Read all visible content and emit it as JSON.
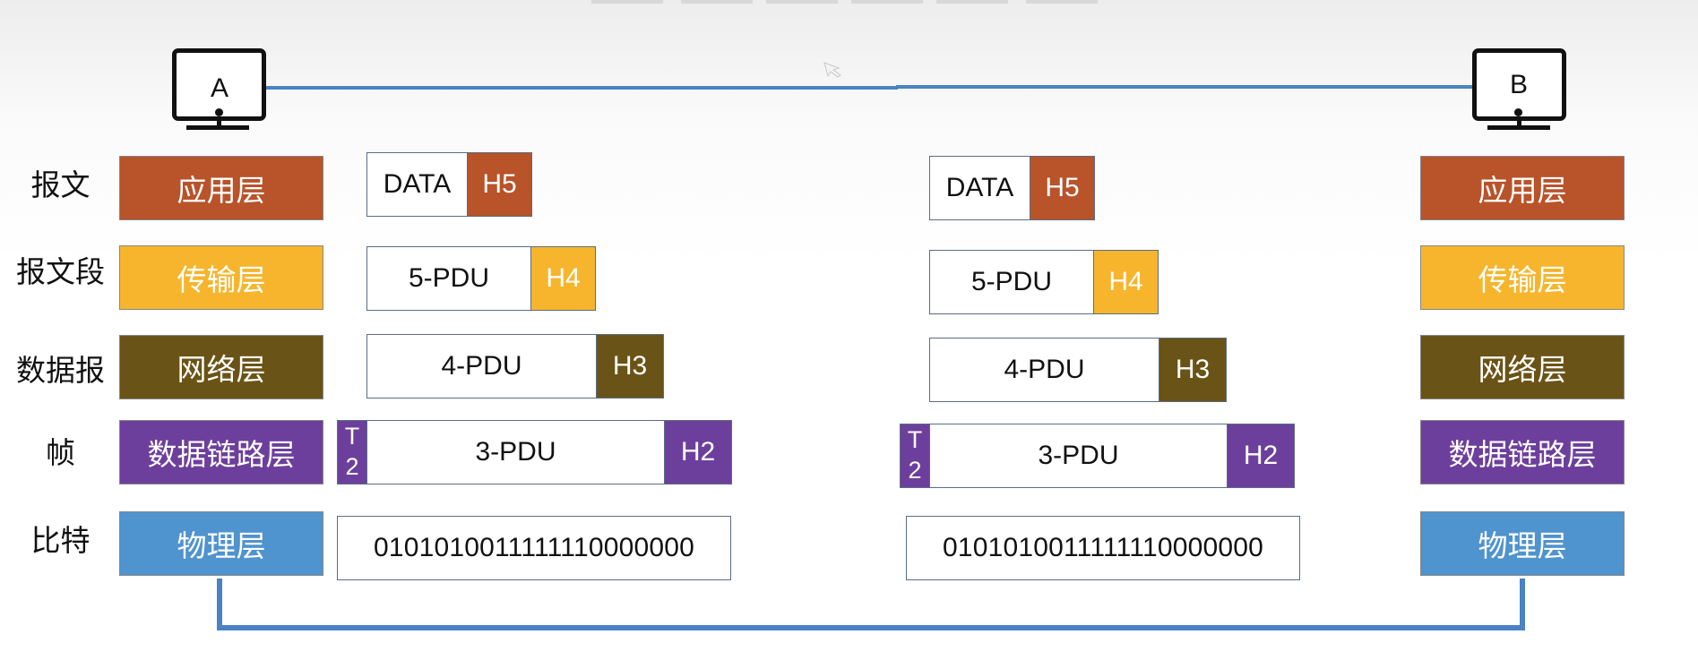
{
  "colors": {
    "application": "#b8532a",
    "transport": "#f6b52c",
    "network": "#6a5316",
    "datalink": "#6d3f9c",
    "physical": "#4f93cf",
    "link_line": "#4a82c4"
  },
  "hosts": {
    "left": "A",
    "right": "B"
  },
  "side_labels": [
    "报文",
    "报文段",
    "数据报",
    "帧",
    "比特"
  ],
  "layers": [
    "应用层",
    "传输层",
    "网络层",
    "数据链路层",
    "物理层"
  ],
  "pdus": {
    "data": "DATA",
    "h5": "H5",
    "pdu5": "5-PDU",
    "h4": "H4",
    "pdu4": "4-PDU",
    "h3": "H3",
    "pdu3": "3-PDU",
    "h2": "H2",
    "t2_top": "T",
    "t2_bottom": "2",
    "bits": "0101010011111110000000"
  },
  "icons": [
    "computer-icon",
    "cursor-arrow-icon"
  ]
}
